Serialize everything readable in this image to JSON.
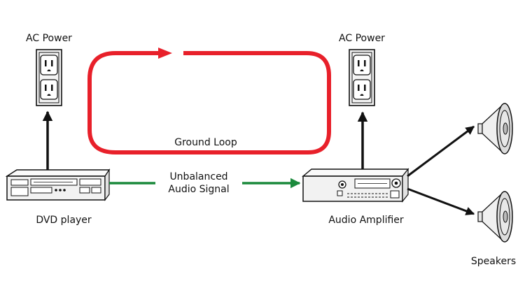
{
  "labels": {
    "ac_power_left": "AC Power",
    "ac_power_right": "AC Power",
    "ground_loop": "Ground Loop",
    "signal_line1": "Unbalanced",
    "signal_line2": "Audio Signal",
    "dvd_player": "DVD player",
    "audio_amplifier": "Audio Amplifier",
    "speakers": "Speakers"
  },
  "colors": {
    "ground_loop": "#e8202a",
    "audio_signal": "#1b8a3c",
    "power_arrow": "#111111",
    "device_fill": "#f2f2f2",
    "outlet_fill": "#f4f4f4",
    "speaker_fill": "#dcdcdc"
  }
}
